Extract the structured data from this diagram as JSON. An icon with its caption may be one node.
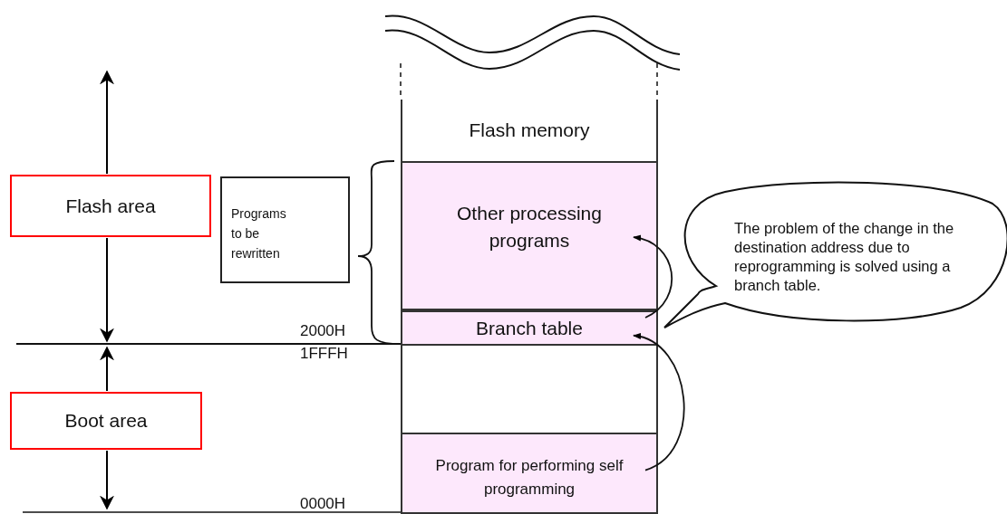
{
  "diagram": {
    "nodes": [
      {
        "text": [
          "Flash memory"
        ]
      },
      {
        "text": [
          "Other processing programs"
        ],
        "in": 0
      },
      {
        "text": [
          "Branch table"
        ],
        "in": 0
      },
      {
        "text": [],
        "shape": "box",
        "in": 0
      },
      {
        "text": [
          "Program for performing self programming"
        ],
        "in": 0
      },
      {
        "text": [
          "Flash area"
        ]
      },
      {
        "text": [
          "Boot area"
        ]
      },
      {
        "text": [
          "Programs to be rewritten"
        ]
      },
      {
        "text": [
          "The problem of the change in the destination address due to reprogramming is solved using a branch table."
        ]
      }
    ],
    "edges": [
      {
        "from": 2,
        "to": 1,
        "arrow": "to"
      },
      {
        "from": 4,
        "to": 2,
        "arrow": "to"
      }
    ],
    "labels": [
      "2000H",
      "1FFFH",
      "0000H"
    ]
  }
}
